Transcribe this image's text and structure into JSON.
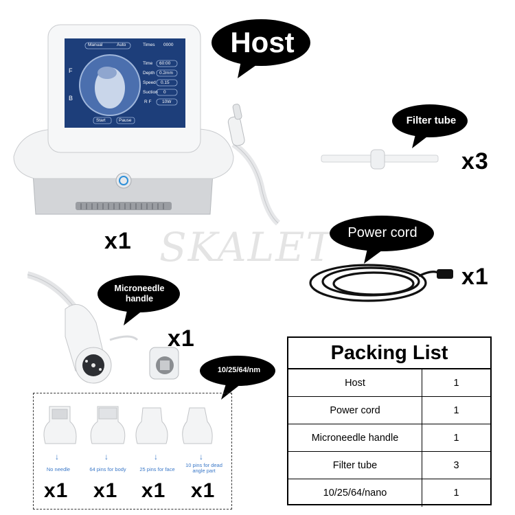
{
  "bubbles": {
    "host": "Host",
    "filter_tube": "Filter tube",
    "power_cord": "Power cord",
    "microneedle": "Microneedle handle",
    "tips": "10/25/64/nm"
  },
  "quantities": {
    "host": "x1",
    "filter_tube": "x3",
    "power_cord": "x1",
    "microneedle": "x1",
    "tip1": "x1",
    "tip2": "x1",
    "tip3": "x1",
    "tip4": "x1"
  },
  "watermark": "SKALET",
  "screen": {
    "tab_left": "Manual",
    "tab_right": "Auto",
    "times_label": "Times",
    "times_value": "0000",
    "params": [
      {
        "label": "Time",
        "value": "60:00"
      },
      {
        "label": "Depth",
        "value": "0.2mm"
      },
      {
        "label": "Speed",
        "value": "0.15"
      },
      {
        "label": "Suction",
        "value": "0"
      },
      {
        "label": "R F",
        "value": "10W"
      }
    ],
    "start_button": "Start",
    "pause_button": "Pause",
    "side_letters": [
      "F",
      "B"
    ]
  },
  "tips": [
    {
      "label": "No needle"
    },
    {
      "label": "64 pins for body"
    },
    {
      "label": "25 pins for face"
    },
    {
      "label": "10 pins for dead angle part"
    }
  ],
  "packing_list": {
    "title": "Packing List",
    "rows": [
      {
        "item": "Host",
        "count": "1"
      },
      {
        "item": "Power cord",
        "count": "1"
      },
      {
        "item": "Microneedle handle",
        "count": "1"
      },
      {
        "item": "Filter tube",
        "count": "3"
      },
      {
        "item": "10/25/64/nano",
        "count": "1"
      }
    ]
  },
  "colors": {
    "device_white": "#f4f5f6",
    "device_gray": "#c8cacd",
    "screen_blue": "#1d3e7a",
    "bubble_black": "#000000",
    "tip_label_blue": "#3a78c8"
  }
}
